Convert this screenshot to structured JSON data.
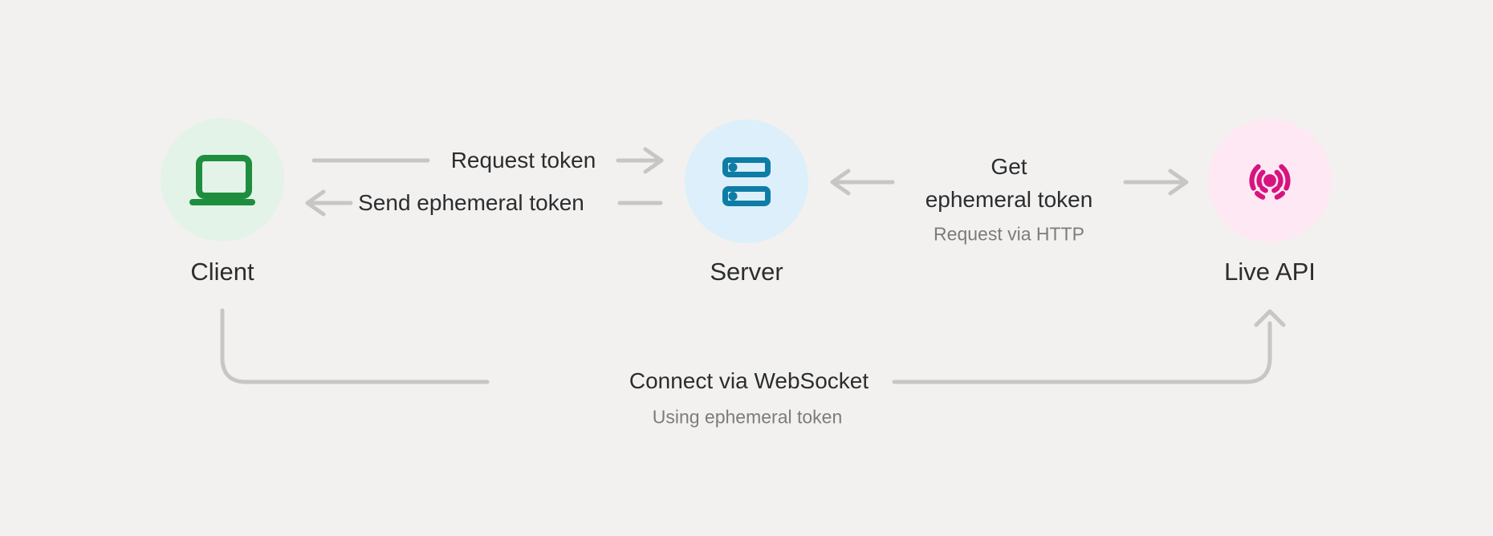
{
  "colors": {
    "background": "#F2F1EF",
    "line": "#C7C6C4",
    "text_dark": "#2B2D2F",
    "text_gray": "#7C7C7A",
    "client_icon": "#1E8E3E",
    "client_bg": "#E4F3E8",
    "server_icon": "#0E7DA5",
    "server_bg": "#DCEFFA",
    "live_icon": "#D6147F",
    "live_bg": "#FDE8F3"
  },
  "nodes": {
    "client": {
      "label": "Client",
      "icon": "laptop-icon"
    },
    "server": {
      "label": "Server",
      "icon": "server-rack-icon"
    },
    "live_api": {
      "label": "Live API",
      "icon": "live-broadcast-icon"
    }
  },
  "edges": {
    "request_token": {
      "label": "Request token",
      "from": "Client",
      "to": "Server",
      "direction": "right"
    },
    "send_ephemeral_token": {
      "label": "Send ephemeral token",
      "from": "Server",
      "to": "Client",
      "direction": "left"
    },
    "get_ephemeral_token": {
      "label_line1": "Get",
      "label_line2": "ephemeral token",
      "sublabel": "Request via HTTP",
      "from": "Server",
      "to": "Live API",
      "direction": "both-outward"
    },
    "connect_websocket": {
      "label": "Connect via WebSocket",
      "sublabel": "Using ephemeral token",
      "from": "Client",
      "to": "Live API",
      "direction": "up-into-live-api"
    }
  }
}
